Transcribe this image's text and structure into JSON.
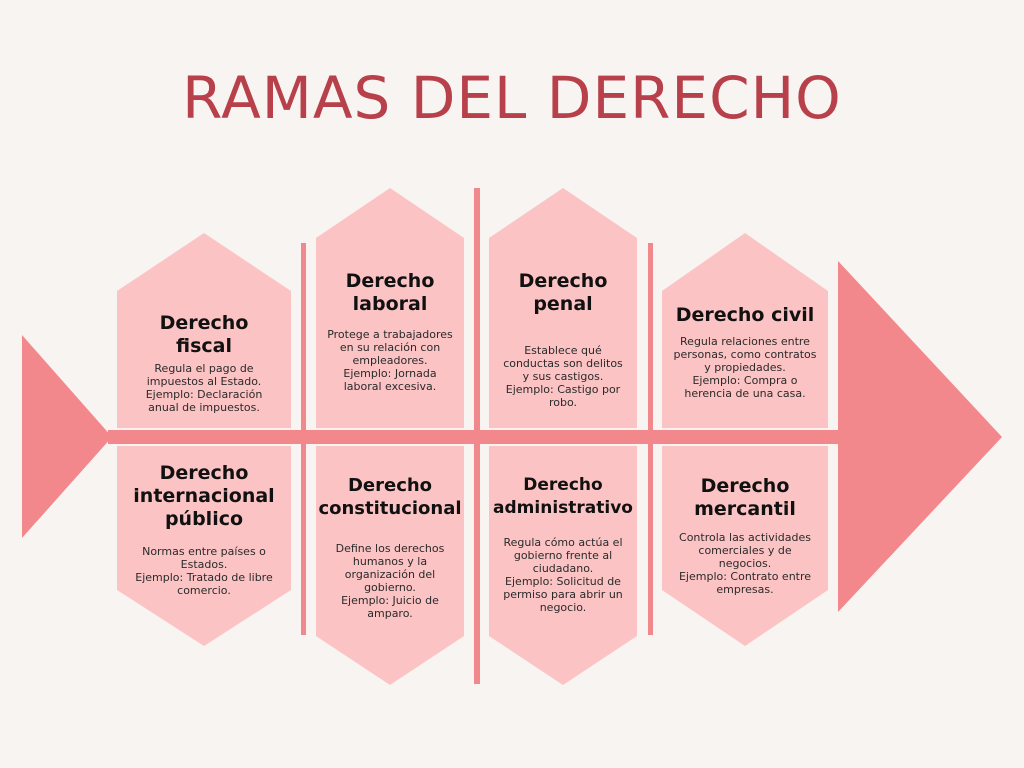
{
  "title": "RAMAS DEL DERECHO",
  "colors": {
    "background": "#f8f4f2",
    "title": "#b8404a",
    "card": "#fcc3c4",
    "skeleton": "#f2878c"
  },
  "branches": [
    {
      "title": "Derecho fiscal",
      "description": "Regula el pago de impuestos al Estado.\nEjemplo: Declaración anual de impuestos."
    },
    {
      "title": "Derecho laboral",
      "description": "Protege a trabajadores en su relación con empleadores.\nEjemplo: Jornada laboral excesiva."
    },
    {
      "title": "Derecho penal",
      "description": "Establece qué conductas son delitos y sus castigos.\nEjemplo: Castigo por robo."
    },
    {
      "title": "Derecho civil",
      "description": "Regula relaciones entre personas, como contratos y propiedades.\nEjemplo: Compra o herencia de una casa."
    },
    {
      "title": "Derecho internacional público",
      "description": "Normas entre países o Estados.\nEjemplo: Tratado de libre comercio."
    },
    {
      "title": "Derecho constitucional",
      "description": "Define los derechos humanos y la organización del gobierno.\nEjemplo: Juicio de amparo."
    },
    {
      "title": "Derecho administrativo",
      "description": "Regula cómo actúa el gobierno frente al ciudadano.\nEjemplo: Solicitud de permiso para abrir un negocio."
    },
    {
      "title": "Derecho mercantil",
      "description": "Controla las actividades comerciales y de negocios.\nEjemplo: Contrato entre empresas."
    }
  ]
}
